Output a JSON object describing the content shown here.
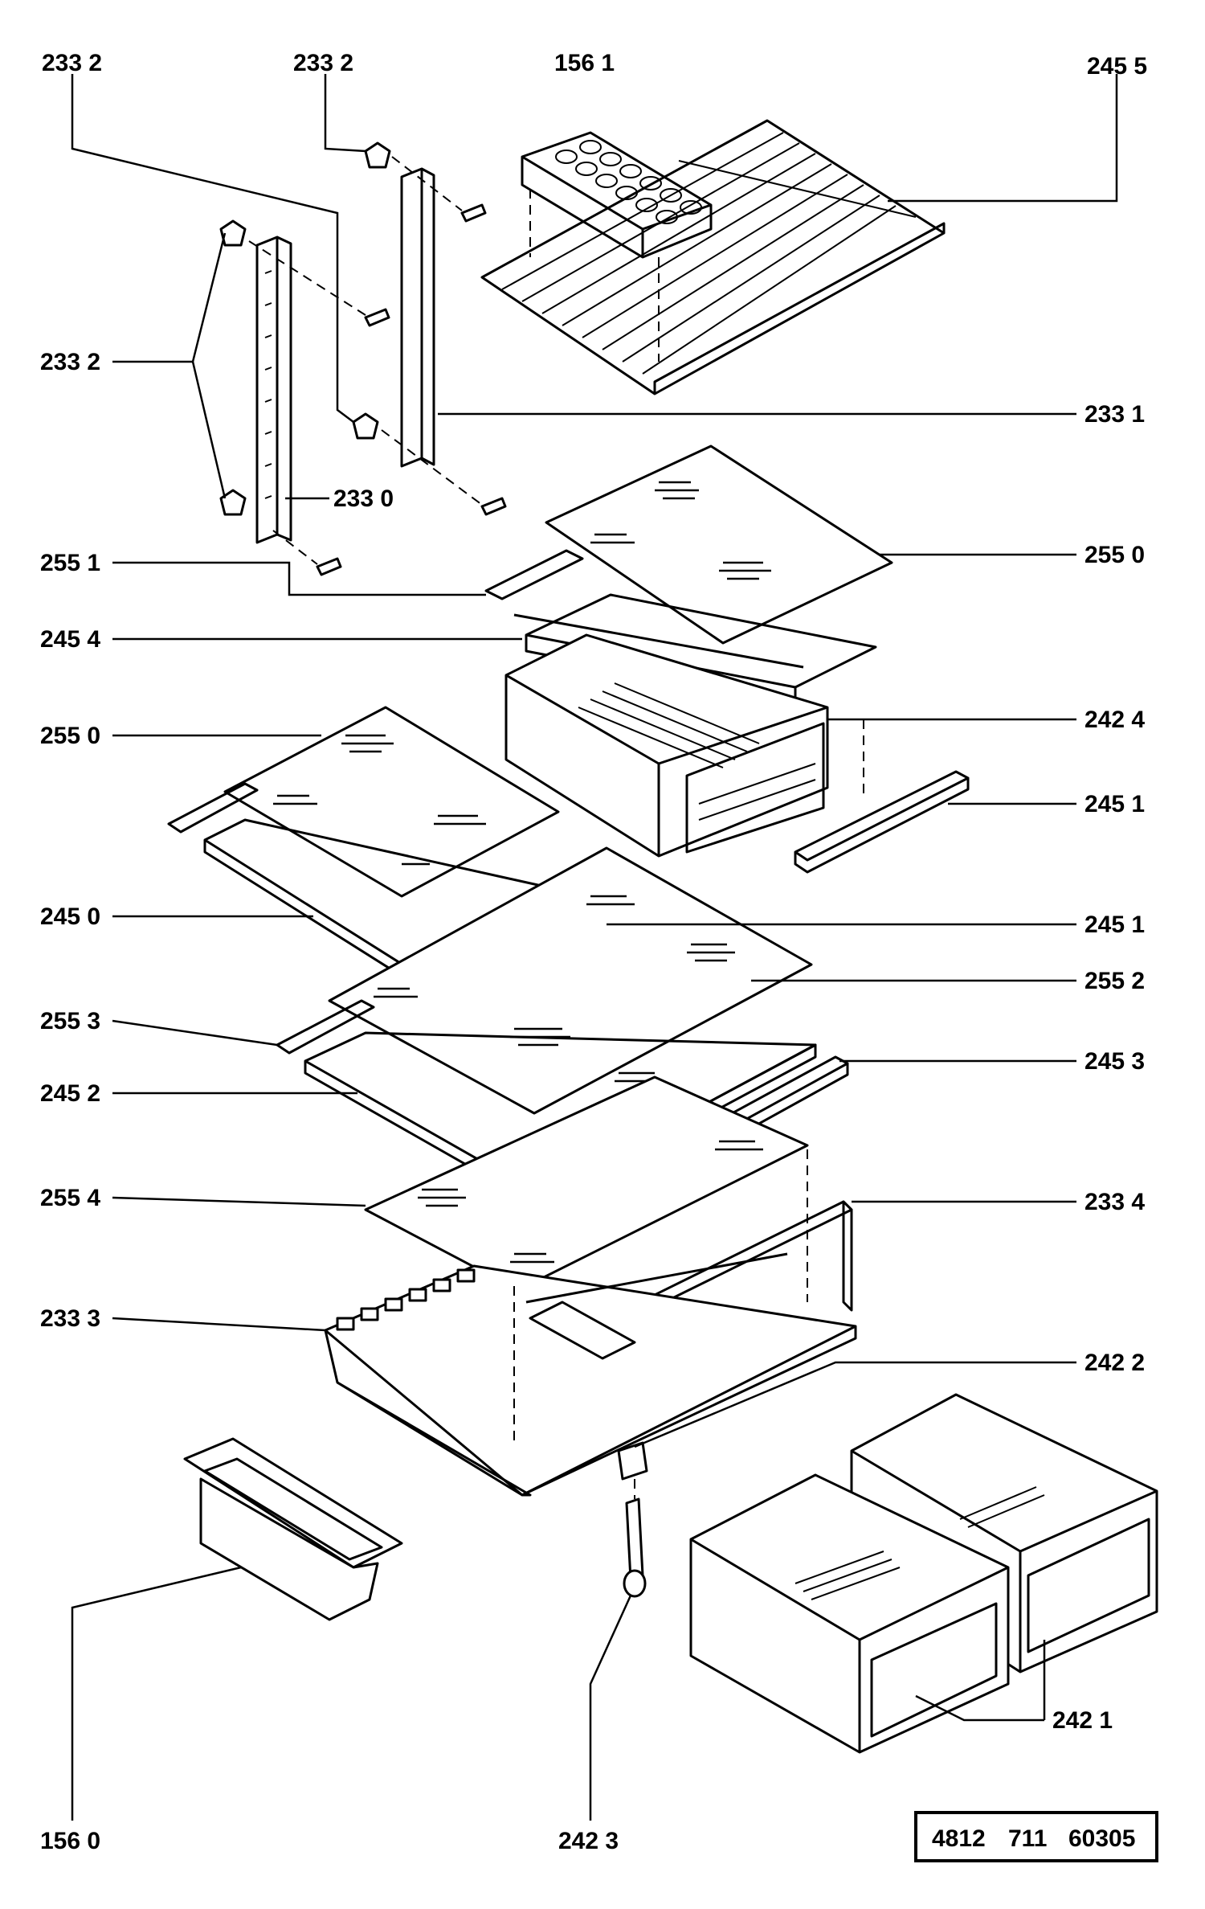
{
  "labels": {
    "l2332a": "233 2",
    "l2332b": "233 2",
    "l2332c": "233 2",
    "l1561": "156 1",
    "l2455": "245 5",
    "l2331": "233 1",
    "l2330": "233 0",
    "l2551": "255 1",
    "l2550a": "255 0",
    "l2454": "245 4",
    "l2424": "242 4",
    "l2550b": "255 0",
    "l2451a": "245 1",
    "l2450": "245 0",
    "l2451b": "245 1",
    "l2552": "255 2",
    "l2553": "255 3",
    "l2453": "245 3",
    "l2452": "245 2",
    "l2554": "255 4",
    "l2334": "233 4",
    "l2333": "233 3",
    "l2422": "242 2",
    "l2421": "242 1",
    "l1560": "156 0",
    "l2423": "242 3"
  },
  "catalog": {
    "part_a": "4812",
    "part_b": "711",
    "part_c": "60305"
  }
}
